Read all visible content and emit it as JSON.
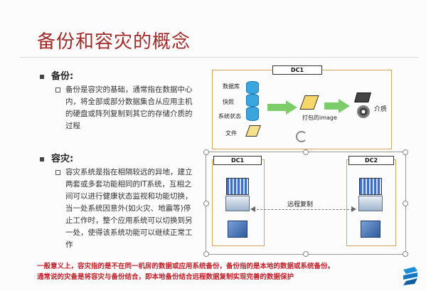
{
  "slide": {
    "title": "备份和容灾的概念",
    "backup": {
      "heading": "备份:",
      "text_lines": [
        "备份是容灾的基础，通常指在数据中心",
        "内，将全部或部分数据集合从应用主机",
        "的硬盘或阵列复制到其它的存储介质的",
        "过程"
      ]
    },
    "dr": {
      "heading": "容灾:",
      "text_lines": [
        "容灾系统是指在相隔较远的异地，建立",
        "两套或多套功能相同的IT系统，互相之",
        "间可以进行健康状态监视和功能切换，",
        "当一处系统因意外(如火灾、地震等)停",
        "止工作时，整个应用系统可以切换到另",
        "一处，使得该系统功能可以继续正常工",
        "作"
      ]
    },
    "diagram": {
      "dc1_top_label": "DC1",
      "dc1_label": "DC1",
      "dc2_label": "DC2",
      "data_labels": [
        "数据库",
        "快照",
        "系统状态",
        "文件"
      ],
      "pack_label": "打包的image",
      "media_label": "介质",
      "replication_label": "远程复制"
    },
    "notes": [
      "一般意义上，容灾指的是不在同一机房的数据或应用系统备份，备份指的是本地的数据或系统备份。",
      "通常说的灾备是将容灾与备份结合，即本地备份结合远程数据复制实现完善的数据保护"
    ],
    "colors": {
      "title": "#a32a2a",
      "note": "#c0202a",
      "frame": "#d9a55a"
    }
  }
}
